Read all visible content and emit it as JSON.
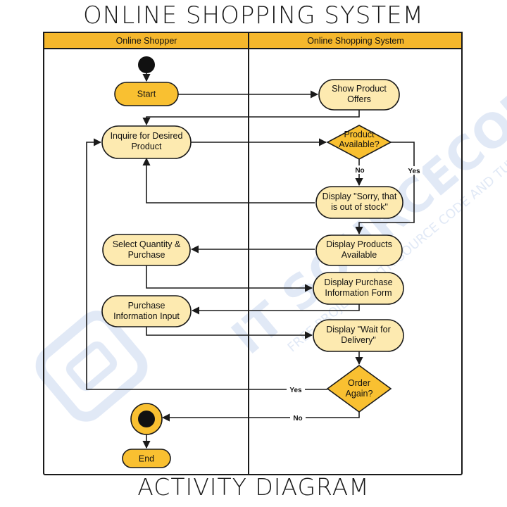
{
  "title": "ONLINE SHOPPING SYSTEM",
  "subtitle": "ACTIVITY DIAGRAM",
  "lanes": {
    "left": "Online Shopper",
    "right": "Online Shopping System"
  },
  "nodes": {
    "start": [
      "Start"
    ],
    "show_offers": [
      "Show Product",
      "Offers"
    ],
    "inquire": [
      "Inquire for Desired",
      "Product"
    ],
    "product_available": [
      "Product",
      "Available?"
    ],
    "sorry": [
      "Display \"Sorry, that",
      "is out of stock\""
    ],
    "display_products": [
      "Display Products",
      "Available"
    ],
    "select_qty": [
      "Select Quantity &",
      "Purchase"
    ],
    "display_form": [
      "Display Purchase",
      "Information Form"
    ],
    "purchase_input": [
      "Purchase",
      "Information Input"
    ],
    "wait": [
      "Display \"Wait for",
      "Delivery\""
    ],
    "order_again": [
      "Order",
      "Again?"
    ],
    "end": [
      "End"
    ]
  },
  "edge_labels": {
    "no1": "No",
    "yes1": "Yes",
    "yes2": "Yes",
    "no2": "No"
  },
  "colors": {
    "lane_header": "#f5b72c",
    "action_fill": "#fdeab0",
    "start_fill": "#f9c031",
    "border": "#1a1a1a",
    "watermark": "#c9d7ef"
  },
  "watermark": {
    "main": "IT SOURCECODE",
    "sub": "FREE PROJECTS WITH SOURCE CODE AND TUTORIALS"
  }
}
